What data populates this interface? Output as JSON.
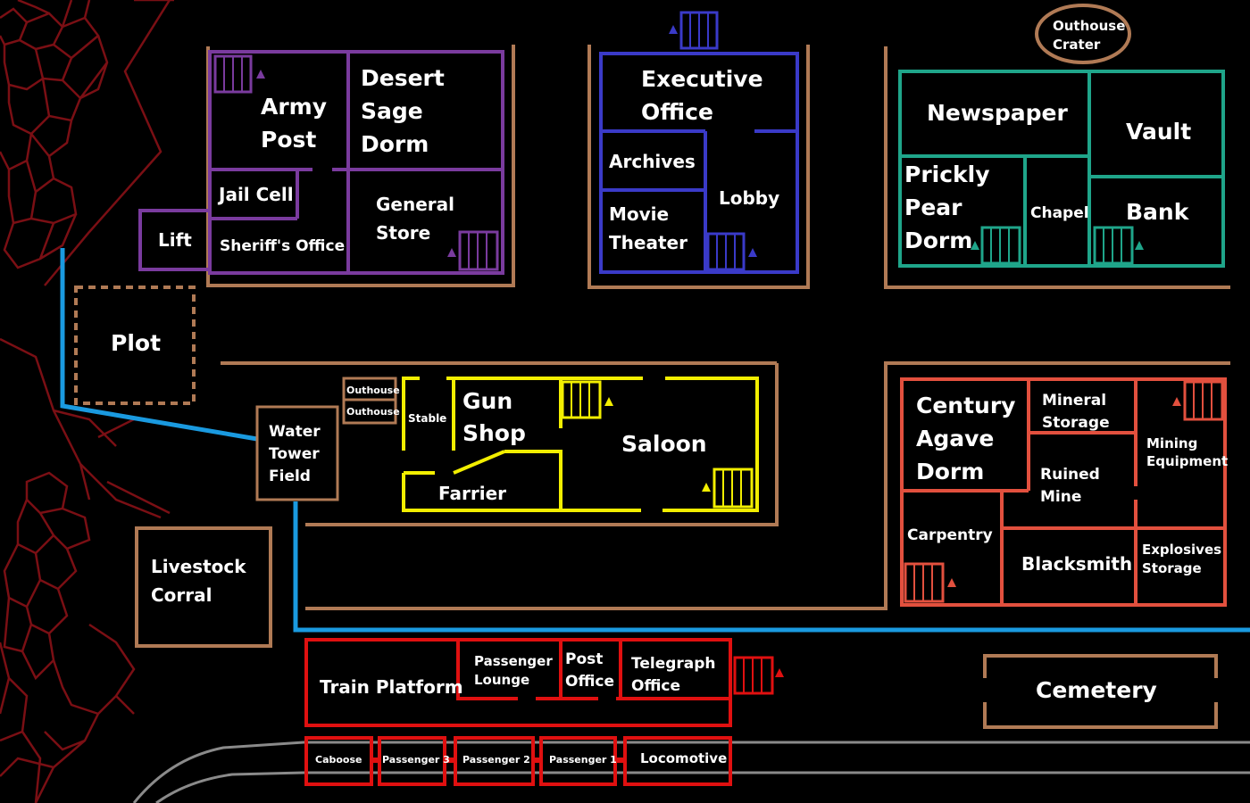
{
  "colors": {
    "background": "#000000",
    "purple": "#7a3b9e",
    "blue": "#3a3ac8",
    "teal": "#1fa58a",
    "yellow": "#f2ee00",
    "orange": "#e2503e",
    "red": "#e01010",
    "brown": "#b07a55",
    "path_blue": "#1a9ae0",
    "rail": "#8a8a8a",
    "cracks": "#7a0f14"
  },
  "labels": {
    "army_post": [
      "Army",
      "Post"
    ],
    "desert_sage_dorm": [
      "Desert",
      "Sage",
      "Dorm"
    ],
    "jail_cell": "Jail Cell",
    "general_store": [
      "General",
      "Store"
    ],
    "lift": "Lift",
    "sheriffs_office": "Sheriff's Office",
    "executive_office": [
      "Executive",
      "Office"
    ],
    "archives": "Archives",
    "lobby": "Lobby",
    "movie_theater": [
      "Movie",
      "Theater"
    ],
    "outhouse_crater": [
      "Outhouse",
      "Crater"
    ],
    "newspaper": "Newspaper",
    "vault": "Vault",
    "prickly_pear_dorm": [
      "Prickly",
      "Pear",
      "Dorm"
    ],
    "chapel": "Chapel",
    "bank": "Bank",
    "plot": "Plot",
    "outhouse_1": "Outhouse",
    "outhouse_2": "Outhouse",
    "stable": "Stable",
    "gun_shop": [
      "Gun",
      "Shop"
    ],
    "saloon": "Saloon",
    "farrier": "Farrier",
    "water_tower_field": [
      "Water",
      "Tower",
      "Field"
    ],
    "century_agave_dorm": [
      "Century",
      "Agave",
      "Dorm"
    ],
    "mineral_storage": [
      "Mineral",
      "Storage"
    ],
    "mining_equipment": [
      "Mining",
      "Equipment"
    ],
    "ruined_mine": [
      "Ruined",
      "Mine"
    ],
    "carpentry": "Carpentry",
    "blacksmith": "Blacksmith",
    "explosives_storage": [
      "Explosives",
      "Storage"
    ],
    "livestock_corral": [
      "Livestock",
      "Corral"
    ],
    "train_platform": "Train Platform",
    "passenger_lounge": [
      "Passenger",
      "Lounge"
    ],
    "post_office": [
      "Post",
      "Office"
    ],
    "telegraph_office": [
      "Telegraph",
      "Office"
    ],
    "cemetery": "Cemetery",
    "caboose": "Caboose",
    "passenger_3": "Passenger 3",
    "passenger_2": "Passenger 2",
    "passenger_1": "Passenger 1",
    "locomotive": "Locomotive"
  }
}
